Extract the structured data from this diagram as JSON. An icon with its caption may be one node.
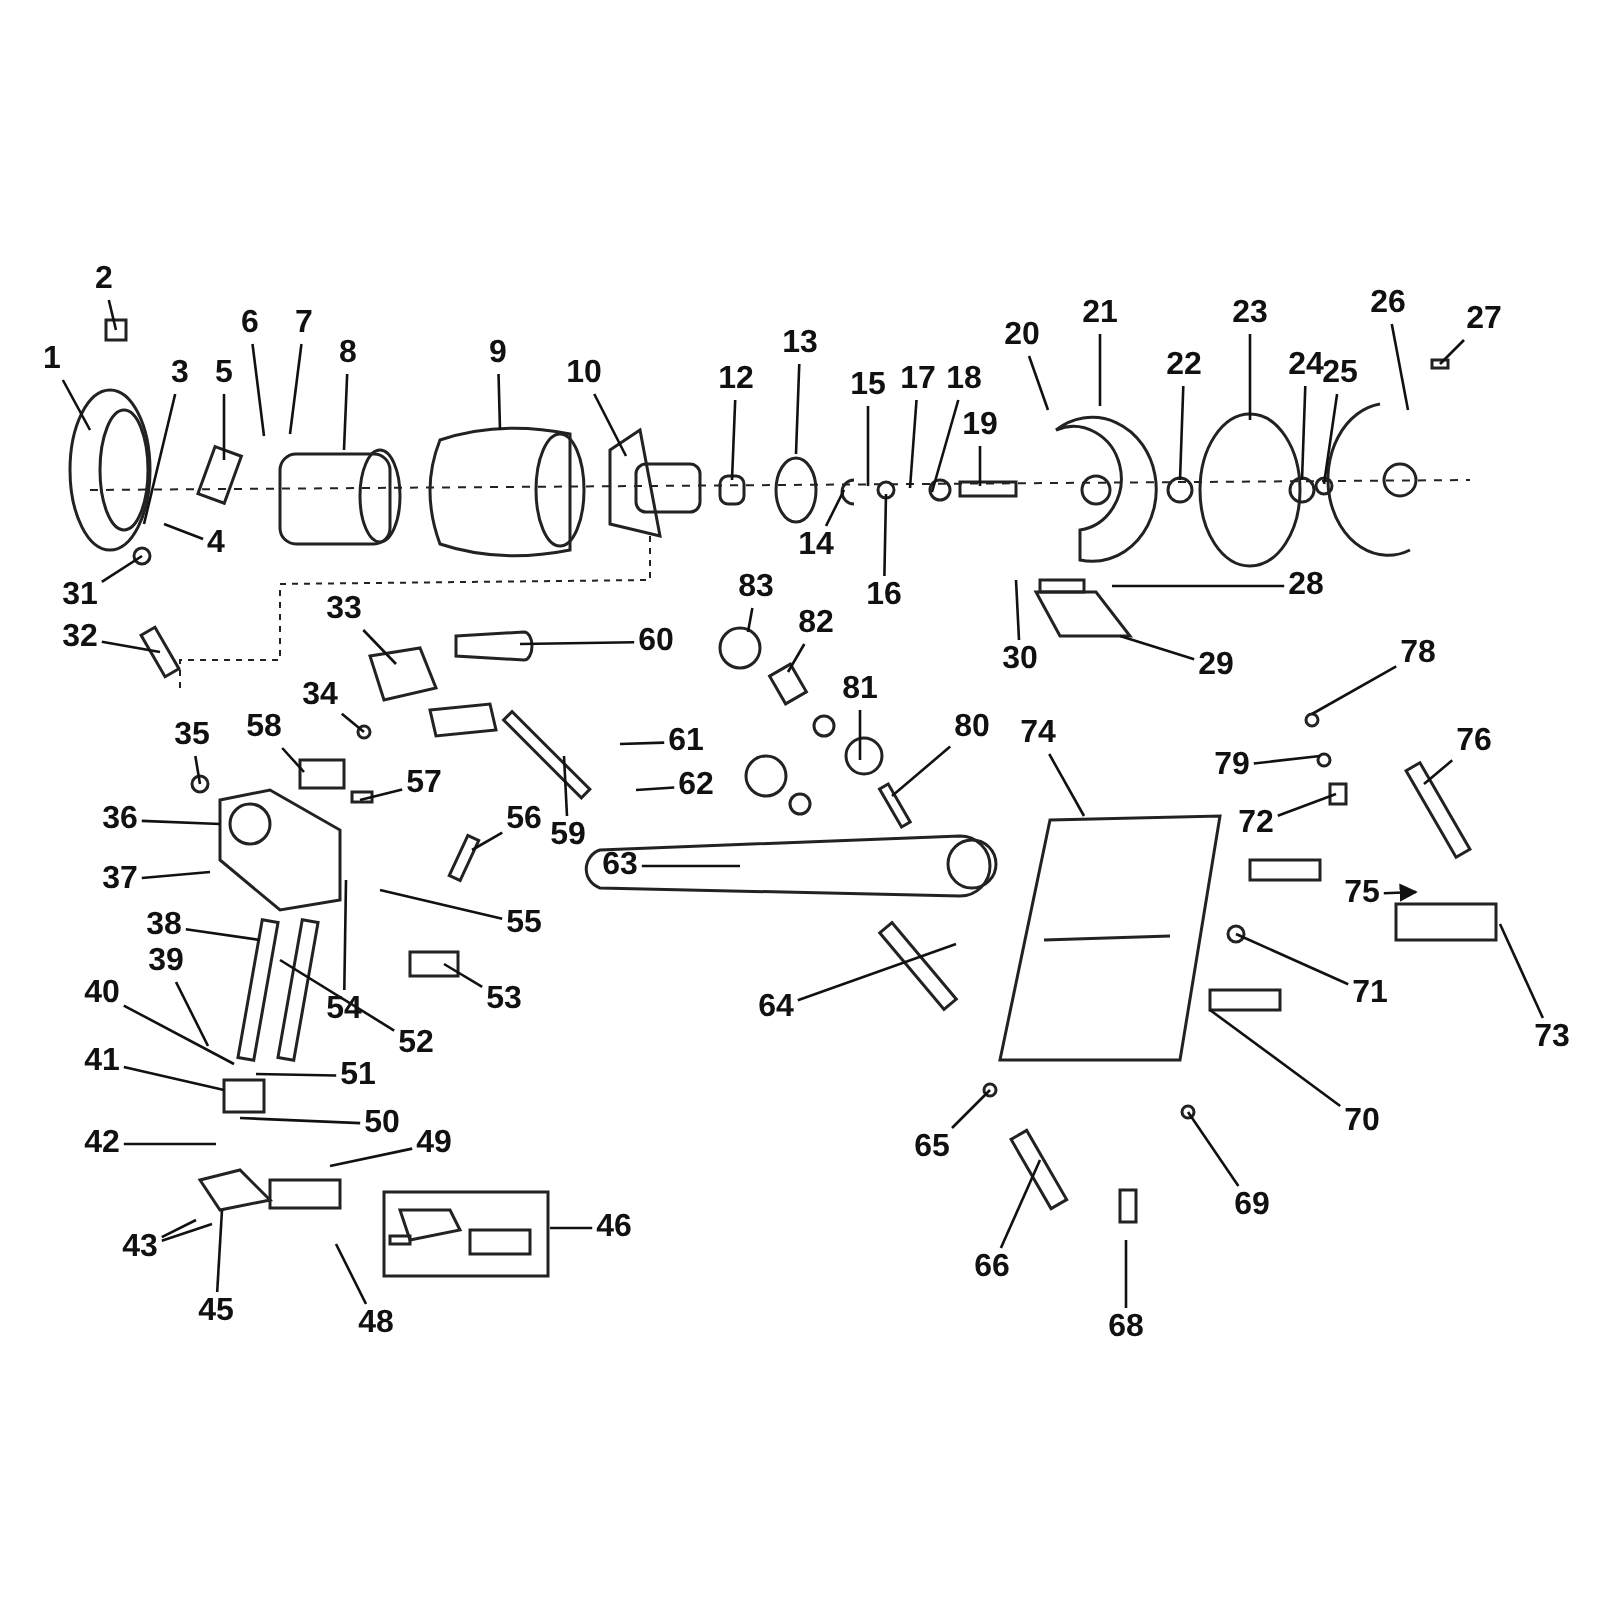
{
  "diagram": {
    "nodes": [
      {
        "text": [
          "1"
        ]
      },
      {
        "text": [
          "2"
        ]
      },
      {
        "text": [
          "3"
        ]
      },
      {
        "text": [
          "4"
        ]
      },
      {
        "text": [
          "5"
        ]
      },
      {
        "text": [
          "6"
        ]
      },
      {
        "text": [
          "7"
        ]
      },
      {
        "text": [
          "8"
        ]
      },
      {
        "text": [
          "9"
        ]
      },
      {
        "text": [
          "10"
        ]
      },
      {
        "text": [
          "12"
        ]
      },
      {
        "text": [
          "13"
        ]
      },
      {
        "text": [
          "14"
        ]
      },
      {
        "text": [
          "15"
        ]
      },
      {
        "text": [
          "16"
        ]
      },
      {
        "text": [
          "17"
        ]
      },
      {
        "text": [
          "18"
        ]
      },
      {
        "text": [
          "19"
        ]
      },
      {
        "text": [
          "20"
        ]
      },
      {
        "text": [
          "21"
        ]
      },
      {
        "text": [
          "22"
        ]
      },
      {
        "text": [
          "23"
        ]
      },
      {
        "text": [
          "24"
        ]
      },
      {
        "text": [
          "25"
        ]
      },
      {
        "text": [
          "26"
        ]
      },
      {
        "text": [
          "27"
        ]
      },
      {
        "text": [
          "28"
        ]
      },
      {
        "text": [
          "29"
        ]
      },
      {
        "text": [
          "30"
        ]
      },
      {
        "text": [
          "31"
        ]
      },
      {
        "text": [
          "32"
        ]
      },
      {
        "text": [
          "33"
        ]
      },
      {
        "text": [
          "34"
        ]
      },
      {
        "text": [
          "35"
        ]
      },
      {
        "text": [
          "36"
        ]
      },
      {
        "text": [
          "37"
        ]
      },
      {
        "text": [
          "38"
        ]
      },
      {
        "text": [
          "39"
        ]
      },
      {
        "text": [
          "40"
        ]
      },
      {
        "text": [
          "41"
        ]
      },
      {
        "text": [
          "42"
        ]
      },
      {
        "text": [
          "43"
        ]
      },
      {
        "text": [
          "45"
        ]
      },
      {
        "text": [
          "46"
        ]
      },
      {
        "text": [
          "48"
        ]
      },
      {
        "text": [
          "49"
        ]
      },
      {
        "text": [
          "50"
        ]
      },
      {
        "text": [
          "51"
        ]
      },
      {
        "text": [
          "52"
        ]
      },
      {
        "text": [
          "53"
        ]
      },
      {
        "text": [
          "54"
        ]
      },
      {
        "text": [
          "55"
        ]
      },
      {
        "text": [
          "56"
        ]
      },
      {
        "text": [
          "57"
        ]
      },
      {
        "text": [
          "58"
        ]
      },
      {
        "text": [
          "59"
        ]
      },
      {
        "text": [
          "60"
        ]
      },
      {
        "text": [
          "61"
        ]
      },
      {
        "text": [
          "62"
        ]
      },
      {
        "text": [
          "63"
        ]
      },
      {
        "text": [
          "64"
        ]
      },
      {
        "text": [
          "65"
        ]
      },
      {
        "text": [
          "66"
        ]
      },
      {
        "text": [
          "68"
        ]
      },
      {
        "text": [
          "69"
        ]
      },
      {
        "text": [
          "70"
        ]
      },
      {
        "text": [
          "71"
        ]
      },
      {
        "text": [
          "72"
        ]
      },
      {
        "text": [
          "73"
        ]
      },
      {
        "text": [
          "74"
        ]
      },
      {
        "text": [
          "75"
        ]
      },
      {
        "text": [
          "76"
        ]
      },
      {
        "text": [
          "78"
        ]
      },
      {
        "text": [
          "79"
        ]
      },
      {
        "text": [
          "80"
        ]
      },
      {
        "text": [
          "81"
        ]
      },
      {
        "text": [
          "82"
        ]
      },
      {
        "text": [
          "83"
        ]
      }
    ],
    "edges": [
      {
        "from": 0,
        "to": null,
        "arrow": "none"
      },
      {
        "from": 1,
        "to": null,
        "arrow": "none"
      },
      {
        "from": 2,
        "to": null,
        "arrow": "none"
      },
      {
        "from": 3,
        "to": null,
        "arrow": "none"
      },
      {
        "from": 4,
        "to": null,
        "arrow": "none"
      },
      {
        "from": 5,
        "to": null,
        "arrow": "none"
      },
      {
        "from": 6,
        "to": null,
        "arrow": "none"
      },
      {
        "from": 7,
        "to": null,
        "arrow": "none"
      },
      {
        "from": 8,
        "to": null,
        "arrow": "none"
      },
      {
        "from": 9,
        "to": null,
        "arrow": "none"
      },
      {
        "from": 10,
        "to": null,
        "arrow": "none"
      },
      {
        "from": 11,
        "to": null,
        "arrow": "none"
      },
      {
        "from": 12,
        "to": null,
        "arrow": "none"
      },
      {
        "from": 13,
        "to": null,
        "arrow": "none"
      },
      {
        "from": 14,
        "to": null,
        "arrow": "none"
      },
      {
        "from": 15,
        "to": null,
        "arrow": "none"
      },
      {
        "from": 16,
        "to": null,
        "arrow": "none"
      },
      {
        "from": 17,
        "to": null,
        "arrow": "none"
      },
      {
        "from": 18,
        "to": null,
        "arrow": "none"
      },
      {
        "from": 19,
        "to": null,
        "arrow": "none"
      },
      {
        "from": 20,
        "to": null,
        "arrow": "none"
      },
      {
        "from": 21,
        "to": null,
        "arrow": "none"
      },
      {
        "from": 22,
        "to": null,
        "arrow": "none"
      },
      {
        "from": 23,
        "to": null,
        "arrow": "none"
      },
      {
        "from": 24,
        "to": null,
        "arrow": "none"
      },
      {
        "from": 25,
        "to": null,
        "arrow": "none"
      },
      {
        "from": 26,
        "to": null,
        "arrow": "none"
      },
      {
        "from": 27,
        "to": null,
        "arrow": "none"
      },
      {
        "from": 28,
        "to": null,
        "arrow": "none"
      },
      {
        "from": 29,
        "to": null,
        "arrow": "none"
      },
      {
        "from": 30,
        "to": null,
        "arrow": "none"
      },
      {
        "from": 31,
        "to": null,
        "arrow": "none"
      },
      {
        "from": 32,
        "to": null,
        "arrow": "none"
      },
      {
        "from": 33,
        "to": null,
        "arrow": "none"
      },
      {
        "from": 34,
        "to": null,
        "arrow": "none"
      },
      {
        "from": 35,
        "to": null,
        "arrow": "none"
      },
      {
        "from": 36,
        "to": null,
        "arrow": "none"
      },
      {
        "from": 37,
        "to": null,
        "arrow": "none"
      },
      {
        "from": 38,
        "to": null,
        "arrow": "none"
      },
      {
        "from": 39,
        "to": null,
        "arrow": "none"
      },
      {
        "from": 40,
        "to": null,
        "arrow": "none"
      },
      {
        "from": 41,
        "to": null,
        "arrow": "none"
      },
      {
        "from": 41,
        "to": null,
        "arrow": "none"
      },
      {
        "from": 42,
        "to": null,
        "arrow": "none"
      },
      {
        "from": 43,
        "to": null,
        "arrow": "none"
      },
      {
        "from": 44,
        "to": null,
        "arrow": "none"
      },
      {
        "from": 45,
        "to": null,
        "arrow": "none"
      },
      {
        "from": 46,
        "to": null,
        "arrow": "none"
      },
      {
        "from": 47,
        "to": null,
        "arrow": "none"
      },
      {
        "from": 48,
        "to": null,
        "arrow": "none"
      },
      {
        "from": 49,
        "to": null,
        "arrow": "none"
      },
      {
        "from": 50,
        "to": null,
        "arrow": "none"
      },
      {
        "from": 51,
        "to": null,
        "arrow": "none"
      },
      {
        "from": 52,
        "to": null,
        "arrow": "none"
      },
      {
        "from": 53,
        "to": null,
        "arrow": "none"
      },
      {
        "from": 54,
        "to": null,
        "arrow": "none"
      },
      {
        "from": 55,
        "to": null,
        "arrow": "none"
      },
      {
        "from": 56,
        "to": null,
        "arrow": "none"
      },
      {
        "from": 57,
        "to": null,
        "arrow": "none"
      },
      {
        "from": 58,
        "to": null,
        "arrow": "none"
      },
      {
        "from": 59,
        "to": null,
        "arrow": "none"
      },
      {
        "from": 60,
        "to": null,
        "arrow": "none"
      },
      {
        "from": 61,
        "to": null,
        "arrow": "none"
      },
      {
        "from": 62,
        "to": null,
        "arrow": "none"
      },
      {
        "from": 63,
        "to": null,
        "arrow": "none"
      },
      {
        "from": 64,
        "to": null,
        "arrow": "none"
      },
      {
        "from": 65,
        "to": null,
        "arrow": "none"
      },
      {
        "from": 66,
        "to": null,
        "arrow": "none"
      },
      {
        "from": 67,
        "to": null,
        "arrow": "none"
      },
      {
        "from": 68,
        "to": null,
        "arrow": "none"
      },
      {
        "from": 69,
        "to": null,
        "arrow": "none"
      },
      {
        "from": 70,
        "to": null,
        "arrow": "to"
      },
      {
        "from": 71,
        "to": null,
        "arrow": "none"
      },
      {
        "from": 72,
        "to": null,
        "arrow": "none"
      },
      {
        "from": 73,
        "to": null,
        "arrow": "none"
      },
      {
        "from": 74,
        "to": null,
        "arrow": "none"
      },
      {
        "from": 75,
        "to": null,
        "arrow": "none"
      },
      {
        "from": 76,
        "to": null,
        "arrow": "none"
      },
      {
        "from": 77,
        "to": null,
        "arrow": "none"
      }
    ]
  }
}
